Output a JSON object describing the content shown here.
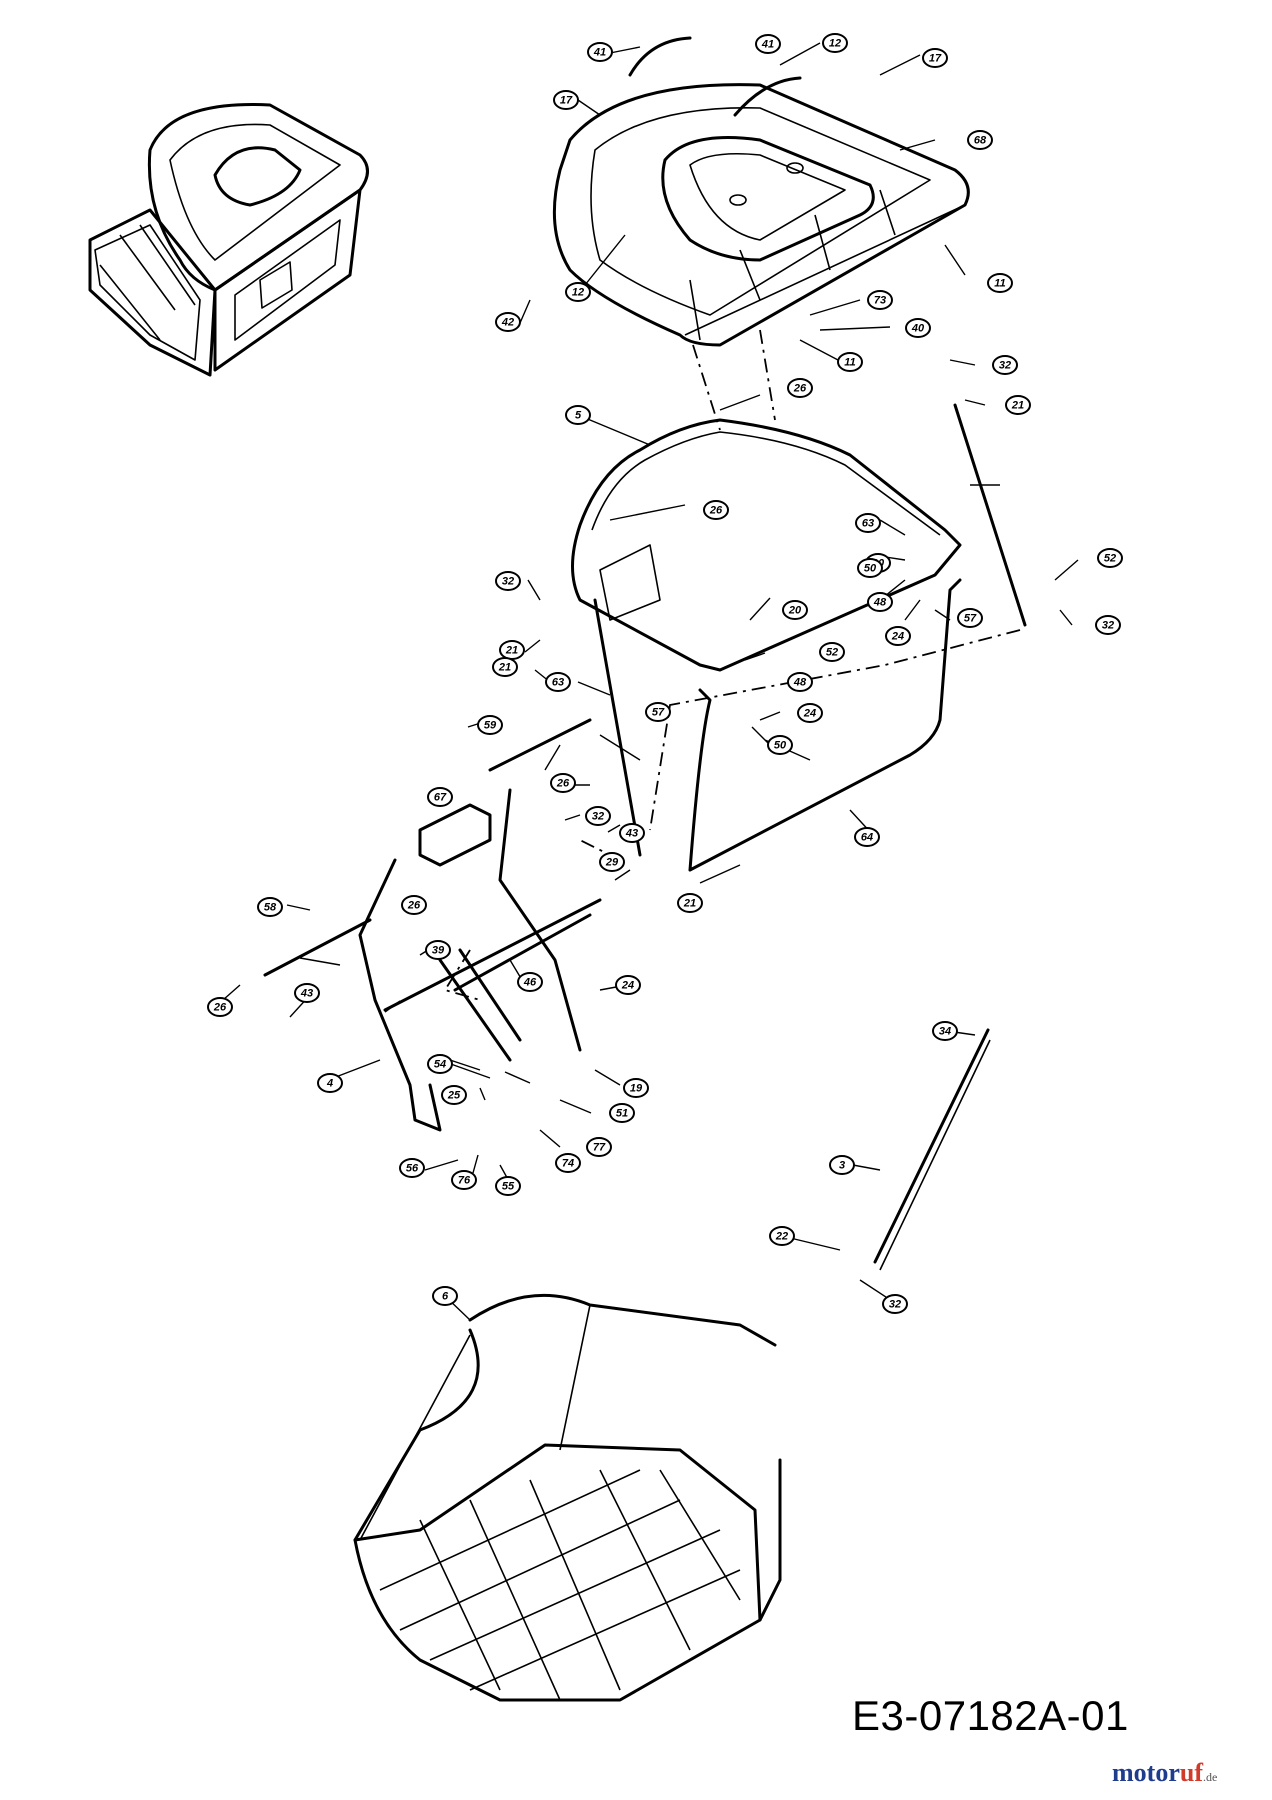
{
  "drawing_code": "E3-07182A-01",
  "brand": {
    "part1": "motor",
    "part2": "uf",
    "domain": ".de"
  },
  "callouts": [
    "41",
    "17",
    "41",
    "12",
    "17",
    "68",
    "11",
    "12",
    "42",
    "73",
    "40",
    "11",
    "5",
    "26",
    "32",
    "21",
    "26",
    "63",
    "20",
    "52",
    "50",
    "32",
    "48",
    "21",
    "24",
    "57",
    "32",
    "21",
    "20",
    "63",
    "52",
    "48",
    "24",
    "50",
    "57",
    "59",
    "26",
    "67",
    "32",
    "43",
    "29",
    "26",
    "21",
    "64",
    "58",
    "39",
    "24",
    "43",
    "46",
    "26",
    "34",
    "4",
    "54",
    "19",
    "25",
    "51",
    "77",
    "56",
    "76",
    "55",
    "74",
    "3",
    "22",
    "32",
    "6"
  ]
}
